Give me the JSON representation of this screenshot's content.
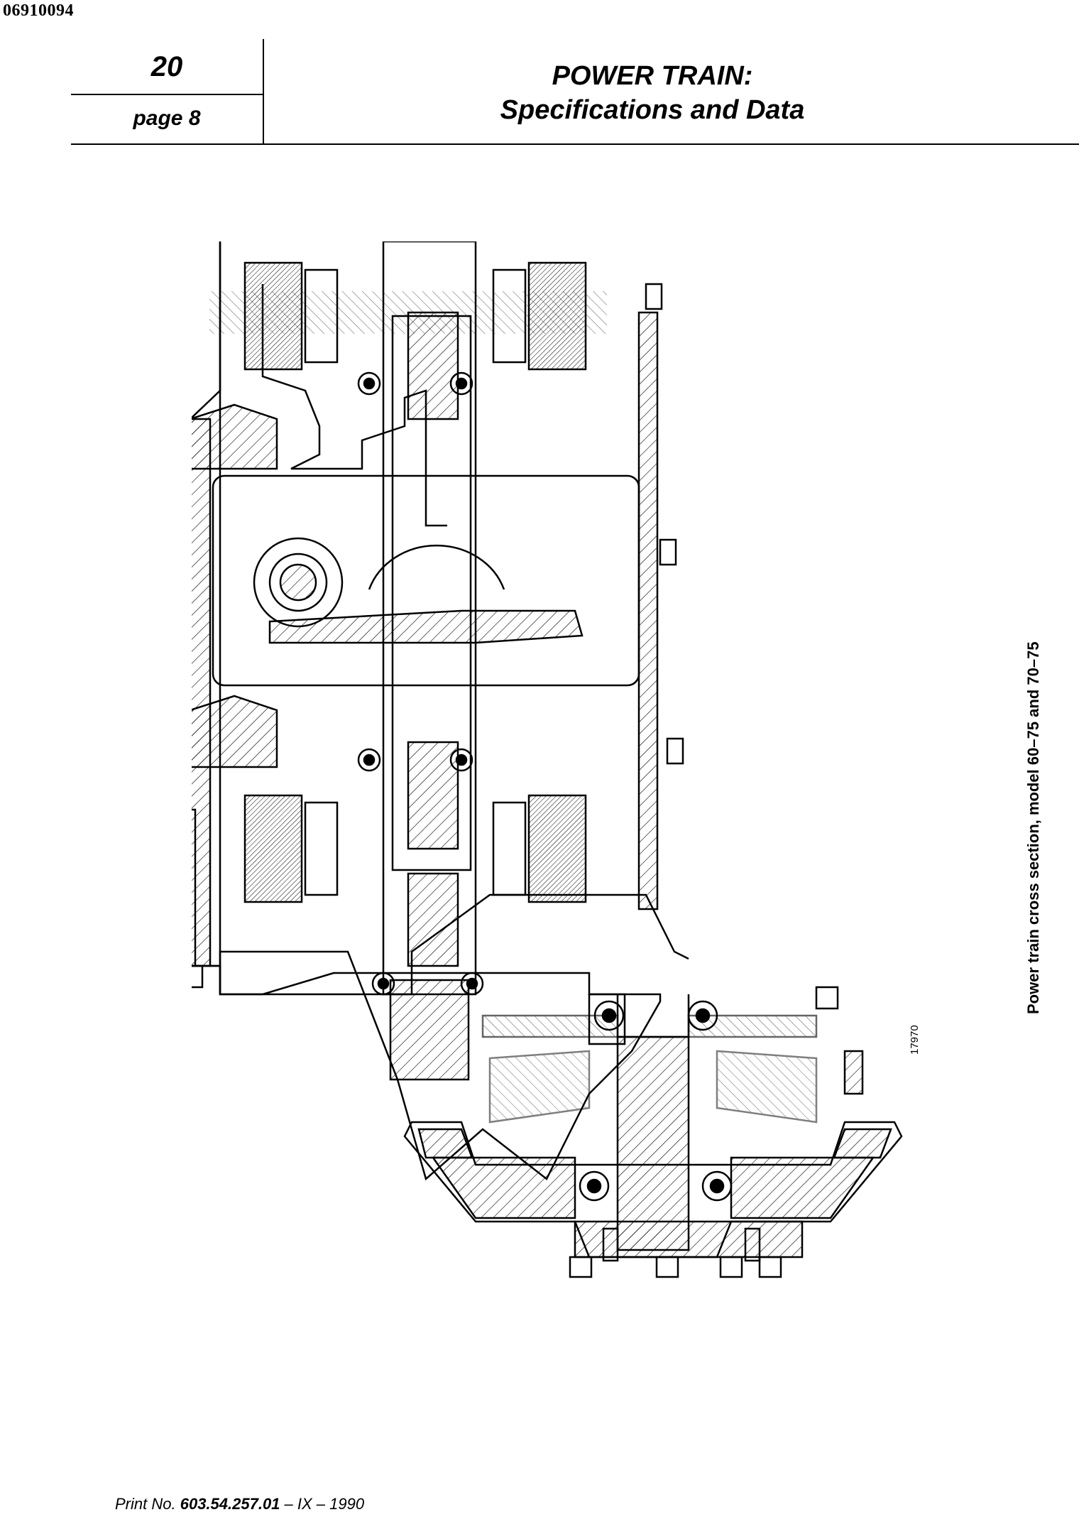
{
  "document": {
    "id": "06910094",
    "section_number": "20",
    "page_label": "page 8",
    "title_line1": "POWER TRAIN:",
    "title_line2": "Specifications and Data"
  },
  "figure": {
    "caption": "Power train cross section, model 60–75 and 70–75",
    "number": "17970"
  },
  "footer": {
    "prefix": "Print No.",
    "print_number": "603.54.257.01",
    "suffix": "– IX – 1990"
  }
}
